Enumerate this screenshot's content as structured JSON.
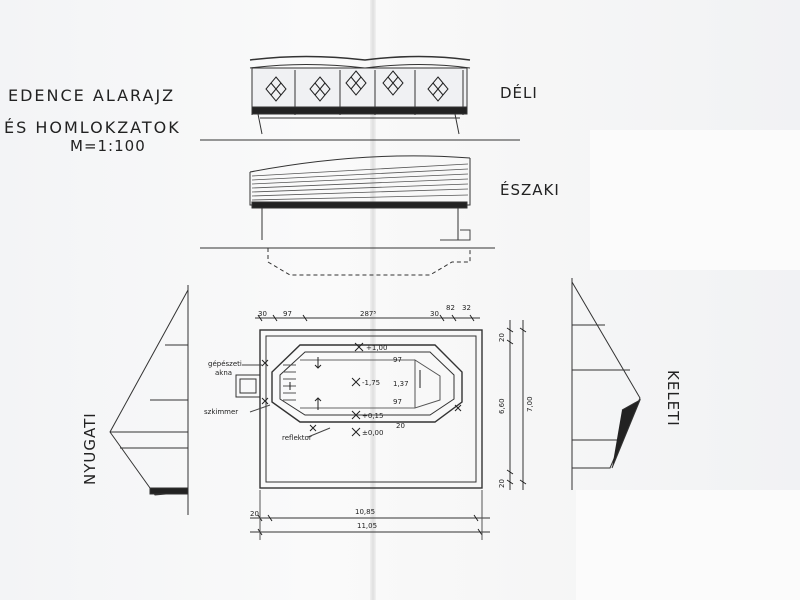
{
  "title": {
    "line1": "EDENCE ALARAJZ",
    "line2": "ÉS HOMLOKZATOK",
    "scale": "M=1:100"
  },
  "views": {
    "south": "DÉLI",
    "north": "ÉSZAKI",
    "west": "NYUGATI",
    "east": "KELETI"
  },
  "plan_labels": {
    "machine_shaft_line1": "gépészeti",
    "machine_shaft_line2": "akna",
    "skimmer": "szkimmer",
    "reflector": "reflektor",
    "level_top": "+1,00",
    "level_depth": "-1,75",
    "level_rim": "+0,15",
    "level_zero": "±0,00"
  },
  "dimensions": {
    "top_30": "30",
    "top_97": "97",
    "top_287": "287⁵",
    "top_right_30": "30",
    "top_right_82": "82",
    "top_right_32": "32",
    "inner_97": "97",
    "inner_137": "1,37",
    "inner_97b": "97",
    "inner_20": "20",
    "right_20_top": "20",
    "right_660": "6,60",
    "right_700": "7,00",
    "right_20_bottom": "20",
    "bottom_20": "20",
    "bottom_1085": "10,85",
    "bottom_1105": "11,05"
  }
}
